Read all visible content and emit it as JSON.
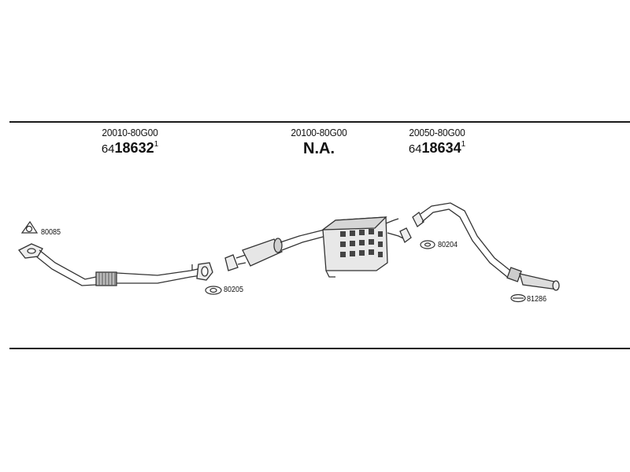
{
  "sections": [
    {
      "oem": "20010-80G00",
      "part_prefix": "64",
      "part_main": "18632",
      "part_suffix": "1"
    },
    {
      "oem": "20100-80G00",
      "part_main": "N.A."
    },
    {
      "oem": "20050-80G00",
      "part_prefix": "64",
      "part_main": "18634",
      "part_suffix": "1"
    }
  ],
  "callouts": {
    "gasket_front": "80085",
    "gasket_mid": "80205",
    "gasket_rear": "80204",
    "clamp": "81286"
  },
  "colors": {
    "line": "#1a1a1a",
    "stroke": "#333333",
    "fill_light": "#e6e6e6",
    "fill_mid": "#cfcfcf"
  }
}
